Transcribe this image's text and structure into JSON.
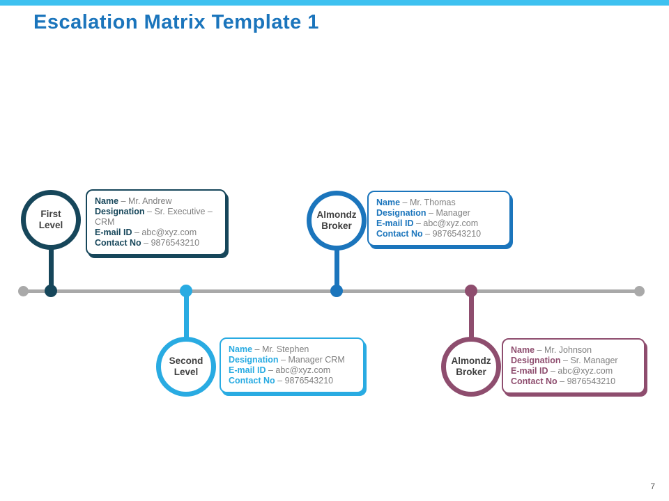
{
  "slide": {
    "title": "Escalation Matrix Template 1",
    "title_color": "#1B75BC",
    "accent_bar_color": "#3EC1F0",
    "page_number": "7",
    "separator": "–"
  },
  "timeline": {
    "line_color": "#A9A9A9",
    "milestones": [
      {
        "label": "First Level",
        "position": "top",
        "color": "#16465A",
        "card": {
          "fields": [
            {
              "label": "Name",
              "value": "Mr. Andrew"
            },
            {
              "label": "Designation",
              "value": "Sr. Executive – CRM"
            },
            {
              "label": "E-mail ID",
              "value": "abc@xyz.com"
            },
            {
              "label": "Contact No",
              "value": "9876543210"
            }
          ]
        }
      },
      {
        "label": "Almondz Broker",
        "position": "top",
        "color": "#1B75BC",
        "card": {
          "fields": [
            {
              "label": "Name",
              "value": "Mr. Thomas"
            },
            {
              "label": "Designation",
              "value": "Manager"
            },
            {
              "label": "E-mail ID",
              "value": "abc@xyz.com"
            },
            {
              "label": "Contact No",
              "value": "9876543210"
            }
          ]
        }
      },
      {
        "label": "Second Level",
        "position": "bottom",
        "color": "#29ABE2",
        "card": {
          "fields": [
            {
              "label": "Name",
              "value": "Mr. Stephen"
            },
            {
              "label": "Designation",
              "value": "Manager CRM"
            },
            {
              "label": "E-mail ID",
              "value": "abc@xyz.com"
            },
            {
              "label": "Contact No",
              "value": "9876543210"
            }
          ]
        }
      },
      {
        "label": "Almondz Broker",
        "position": "bottom",
        "color": "#8E4D6E",
        "card": {
          "fields": [
            {
              "label": "Name",
              "value": "Mr. Johnson"
            },
            {
              "label": "Designation",
              "value": "Sr. Manager"
            },
            {
              "label": "E-mail ID",
              "value": "abc@xyz.com"
            },
            {
              "label": "Contact No",
              "value": "9876543210"
            }
          ]
        }
      }
    ]
  }
}
